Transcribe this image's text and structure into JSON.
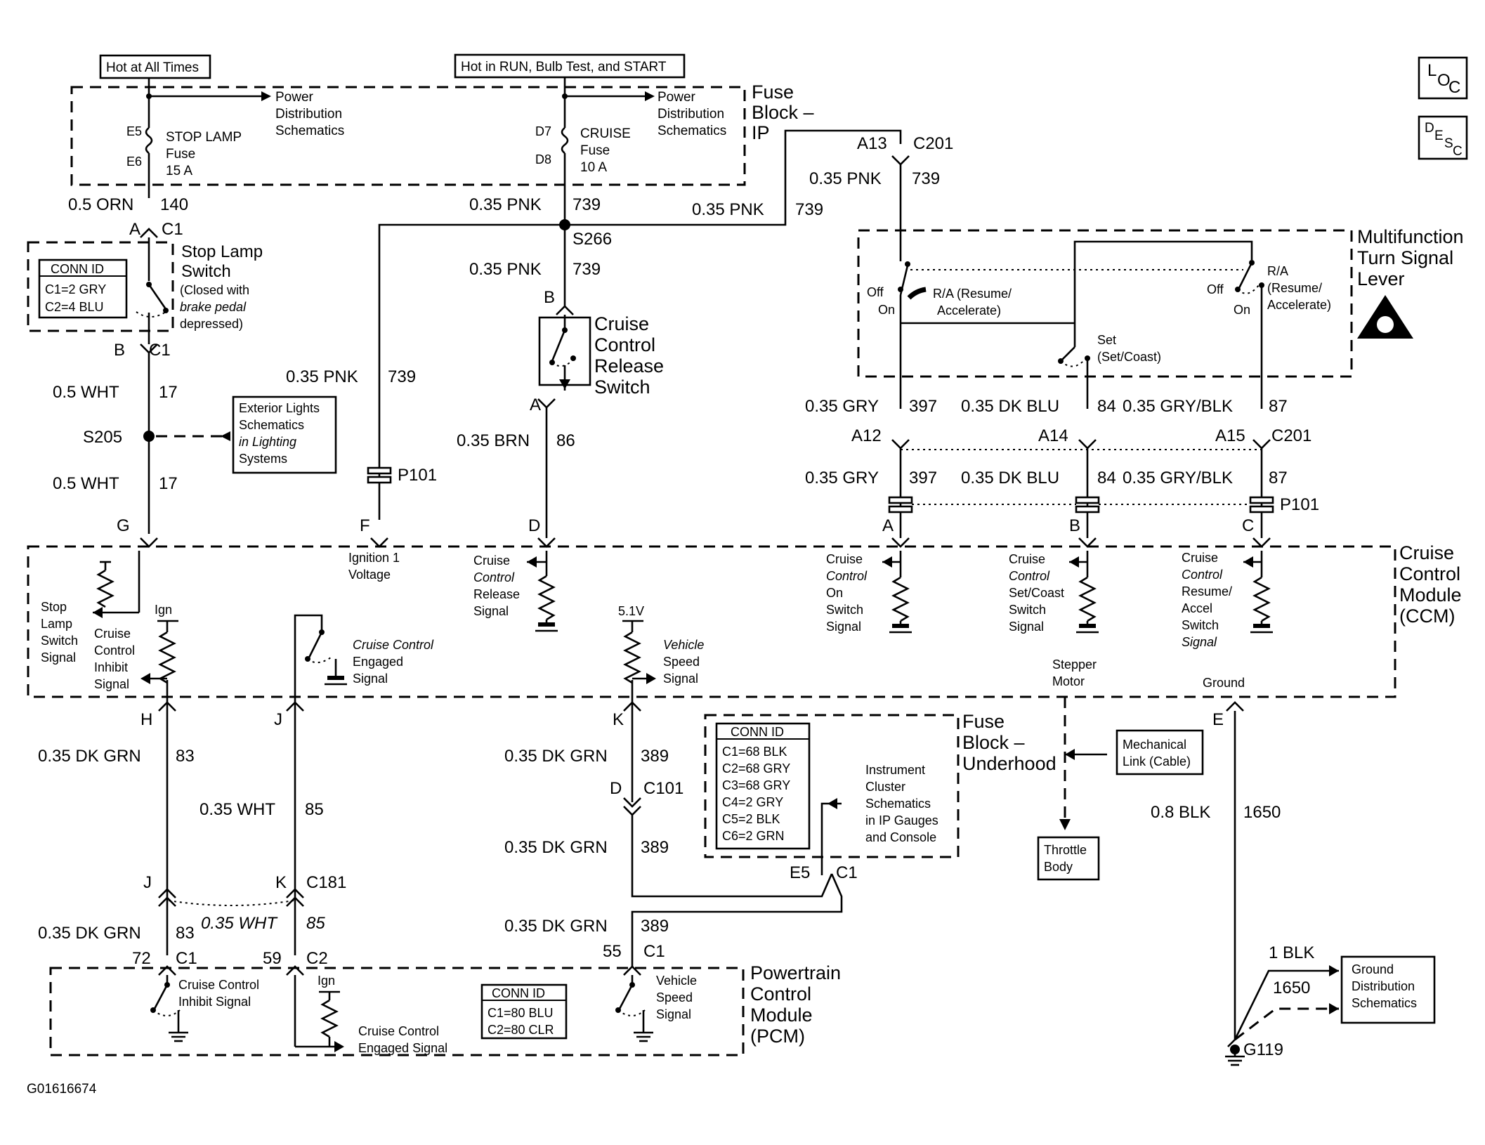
{
  "headers": {
    "hot_always": "Hot at All Times",
    "hot_run": "Hot in RUN, Bulb Test, and START"
  },
  "fuse_block_ip": {
    "l1": "Fuse",
    "l2": "Block –",
    "l3": "IP"
  },
  "pds": {
    "l1": "Power",
    "l2": "Distribution",
    "l3": "Schematics"
  },
  "stop_fuse": {
    "e5": "E5",
    "e6": "E6",
    "l1": "STOP LAMP",
    "l2": "Fuse",
    "l3": "15 A"
  },
  "cruise_fuse": {
    "d7": "D7",
    "d8": "D8",
    "l1": "CRUISE",
    "l2": "Fuse",
    "l3": "10 A"
  },
  "loc_desc": {
    "l": "L",
    "o": "O",
    "c": "C",
    "d": "D",
    "e": "E",
    "s": "S",
    "c2": "C"
  },
  "wires": {
    "orn140": "0.5 ORN",
    "n140": "140",
    "pnk": "0.35 PNK",
    "n739": "739",
    "wht": "0.5 WHT",
    "n17": "17",
    "brn": "0.35 BRN",
    "n86": "86",
    "gry": "0.35 GRY",
    "n397": "397",
    "dkblu": "0.35 DK BLU",
    "n84": "84",
    "gryblk": "0.35 GRY/BLK",
    "n87": "87",
    "dkgrn": "0.35 DK GRN",
    "n83": "83",
    "n389": "389",
    "wht35": "0.35 WHT",
    "n85": "85",
    "blk08": "0.8 BLK",
    "n1650": "1650",
    "blk1": "1 BLK"
  },
  "conn": {
    "A": "A",
    "B": "B",
    "C": "C",
    "D": "D",
    "E": "E",
    "F": "F",
    "G": "G",
    "H": "H",
    "J": "J",
    "K": "K",
    "c1": "C1",
    "c2": "C2",
    "c101": "C101",
    "c181": "C181",
    "c201": "C201",
    "a12": "A12",
    "a13": "A13",
    "a14": "A14",
    "a15": "A15",
    "e5": "E5",
    "p101": "P101",
    "s205": "S205",
    "s266": "S266",
    "g119": "G119",
    "p72": "72",
    "p59": "59",
    "p55": "55"
  },
  "stop_lamp_switch": {
    "l1": "Stop Lamp",
    "l2": "Switch",
    "n1": "(Closed with",
    "n2": "brake pedal",
    "n3": "depressed)"
  },
  "conn_id_stop": {
    "title": "CONN ID",
    "r1": "C1=2 GRY",
    "r2": "C2=4 BLU"
  },
  "ext_lights": {
    "l1": "Exterior Lights",
    "l2": "Schematics",
    "l3": "in Lighting",
    "l4": "Systems"
  },
  "release_switch": {
    "l1": "Cruise",
    "l2": "Control",
    "l3": "Release",
    "l4": "Switch"
  },
  "mf_lever": {
    "l1": "Multifunction",
    "l2": "Turn Signal",
    "l3": "Lever",
    "off": "Off",
    "on": "On",
    "ra1": "R/A (Resume/",
    "ra2": "Accelerate)",
    "ra_b1": "R/A",
    "ra_b2": "(Resume/",
    "ra_b3": "Accelerate)",
    "set1": "Set",
    "set2": "(Set/Coast)"
  },
  "ccm": {
    "l1": "Cruise",
    "l2": "Control",
    "l3": "Module",
    "l4": "(CCM)",
    "ign1": "Ignition 1",
    "ign2": "Voltage",
    "stop1": "Stop",
    "stop2": "Lamp",
    "stop3": "Switch",
    "stop4": "Signal",
    "ign": "Ign",
    "inh1": "Cruise",
    "inh2": "Control",
    "inh3": "Inhibit",
    "inh4": "Signal",
    "eng1": "Cruise Control",
    "eng2": "Engaged",
    "eng3": "Signal",
    "rel1": "Cruise",
    "rel2": "Control",
    "rel3": "Release",
    "rel4": "Signal",
    "v51": "5.1V",
    "vss1": "Vehicle",
    "vss2": "Speed",
    "vss3": "Signal",
    "on1": "Cruise",
    "on2": "Control",
    "on3": "On",
    "on4": "Switch",
    "on5": "Signal",
    "set1": "Cruise",
    "set2": "Control",
    "set3": "Set/Coast",
    "set4": "Switch",
    "set5": "Signal",
    "res1": "Cruise",
    "res2": "Control",
    "res3": "Resume/",
    "res4": "Accel",
    "res5": "Switch",
    "res6": "Signal",
    "step1": "Stepper",
    "step2": "Motor",
    "ground": "Ground"
  },
  "conn_id_fuse": {
    "title": "CONN ID",
    "r1": "C1=68 BLK",
    "r2": "C2=68 GRY",
    "r3": "C3=68 GRY",
    "r4": "C4=2 GRY",
    "r5": "C5=2 BLK",
    "r6": "C6=2 GRN"
  },
  "inst_cluster": {
    "l1": "Instrument",
    "l2": "Cluster",
    "l3": "Schematics",
    "l4": "in IP Gauges",
    "l5": "and Console"
  },
  "fuse_underhood": {
    "l1": "Fuse",
    "l2": "Block –",
    "l3": "Underhood"
  },
  "mech_link": {
    "l1": "Mechanical",
    "l2": "Link (Cable)"
  },
  "throttle": {
    "l1": "Throttle",
    "l2": "Body"
  },
  "pcm": {
    "l1": "Powertrain",
    "l2": "Control",
    "l3": "Module",
    "l4": "(PCM)",
    "inh1": "Cruise Control",
    "inh2": "Inhibit Signal",
    "ign": "Ign",
    "eng1": "Cruise Control",
    "eng2": "Engaged Signal",
    "vss1": "Vehicle",
    "vss2": "Speed",
    "vss3": "Signal"
  },
  "conn_id_pcm": {
    "title": "CONN ID",
    "r1": "C1=80 BLU",
    "r2": "C2=80 CLR"
  },
  "ground_dist": {
    "l1": "Ground",
    "l2": "Distribution",
    "l3": "Schematics"
  },
  "figure_id": "G01616674"
}
